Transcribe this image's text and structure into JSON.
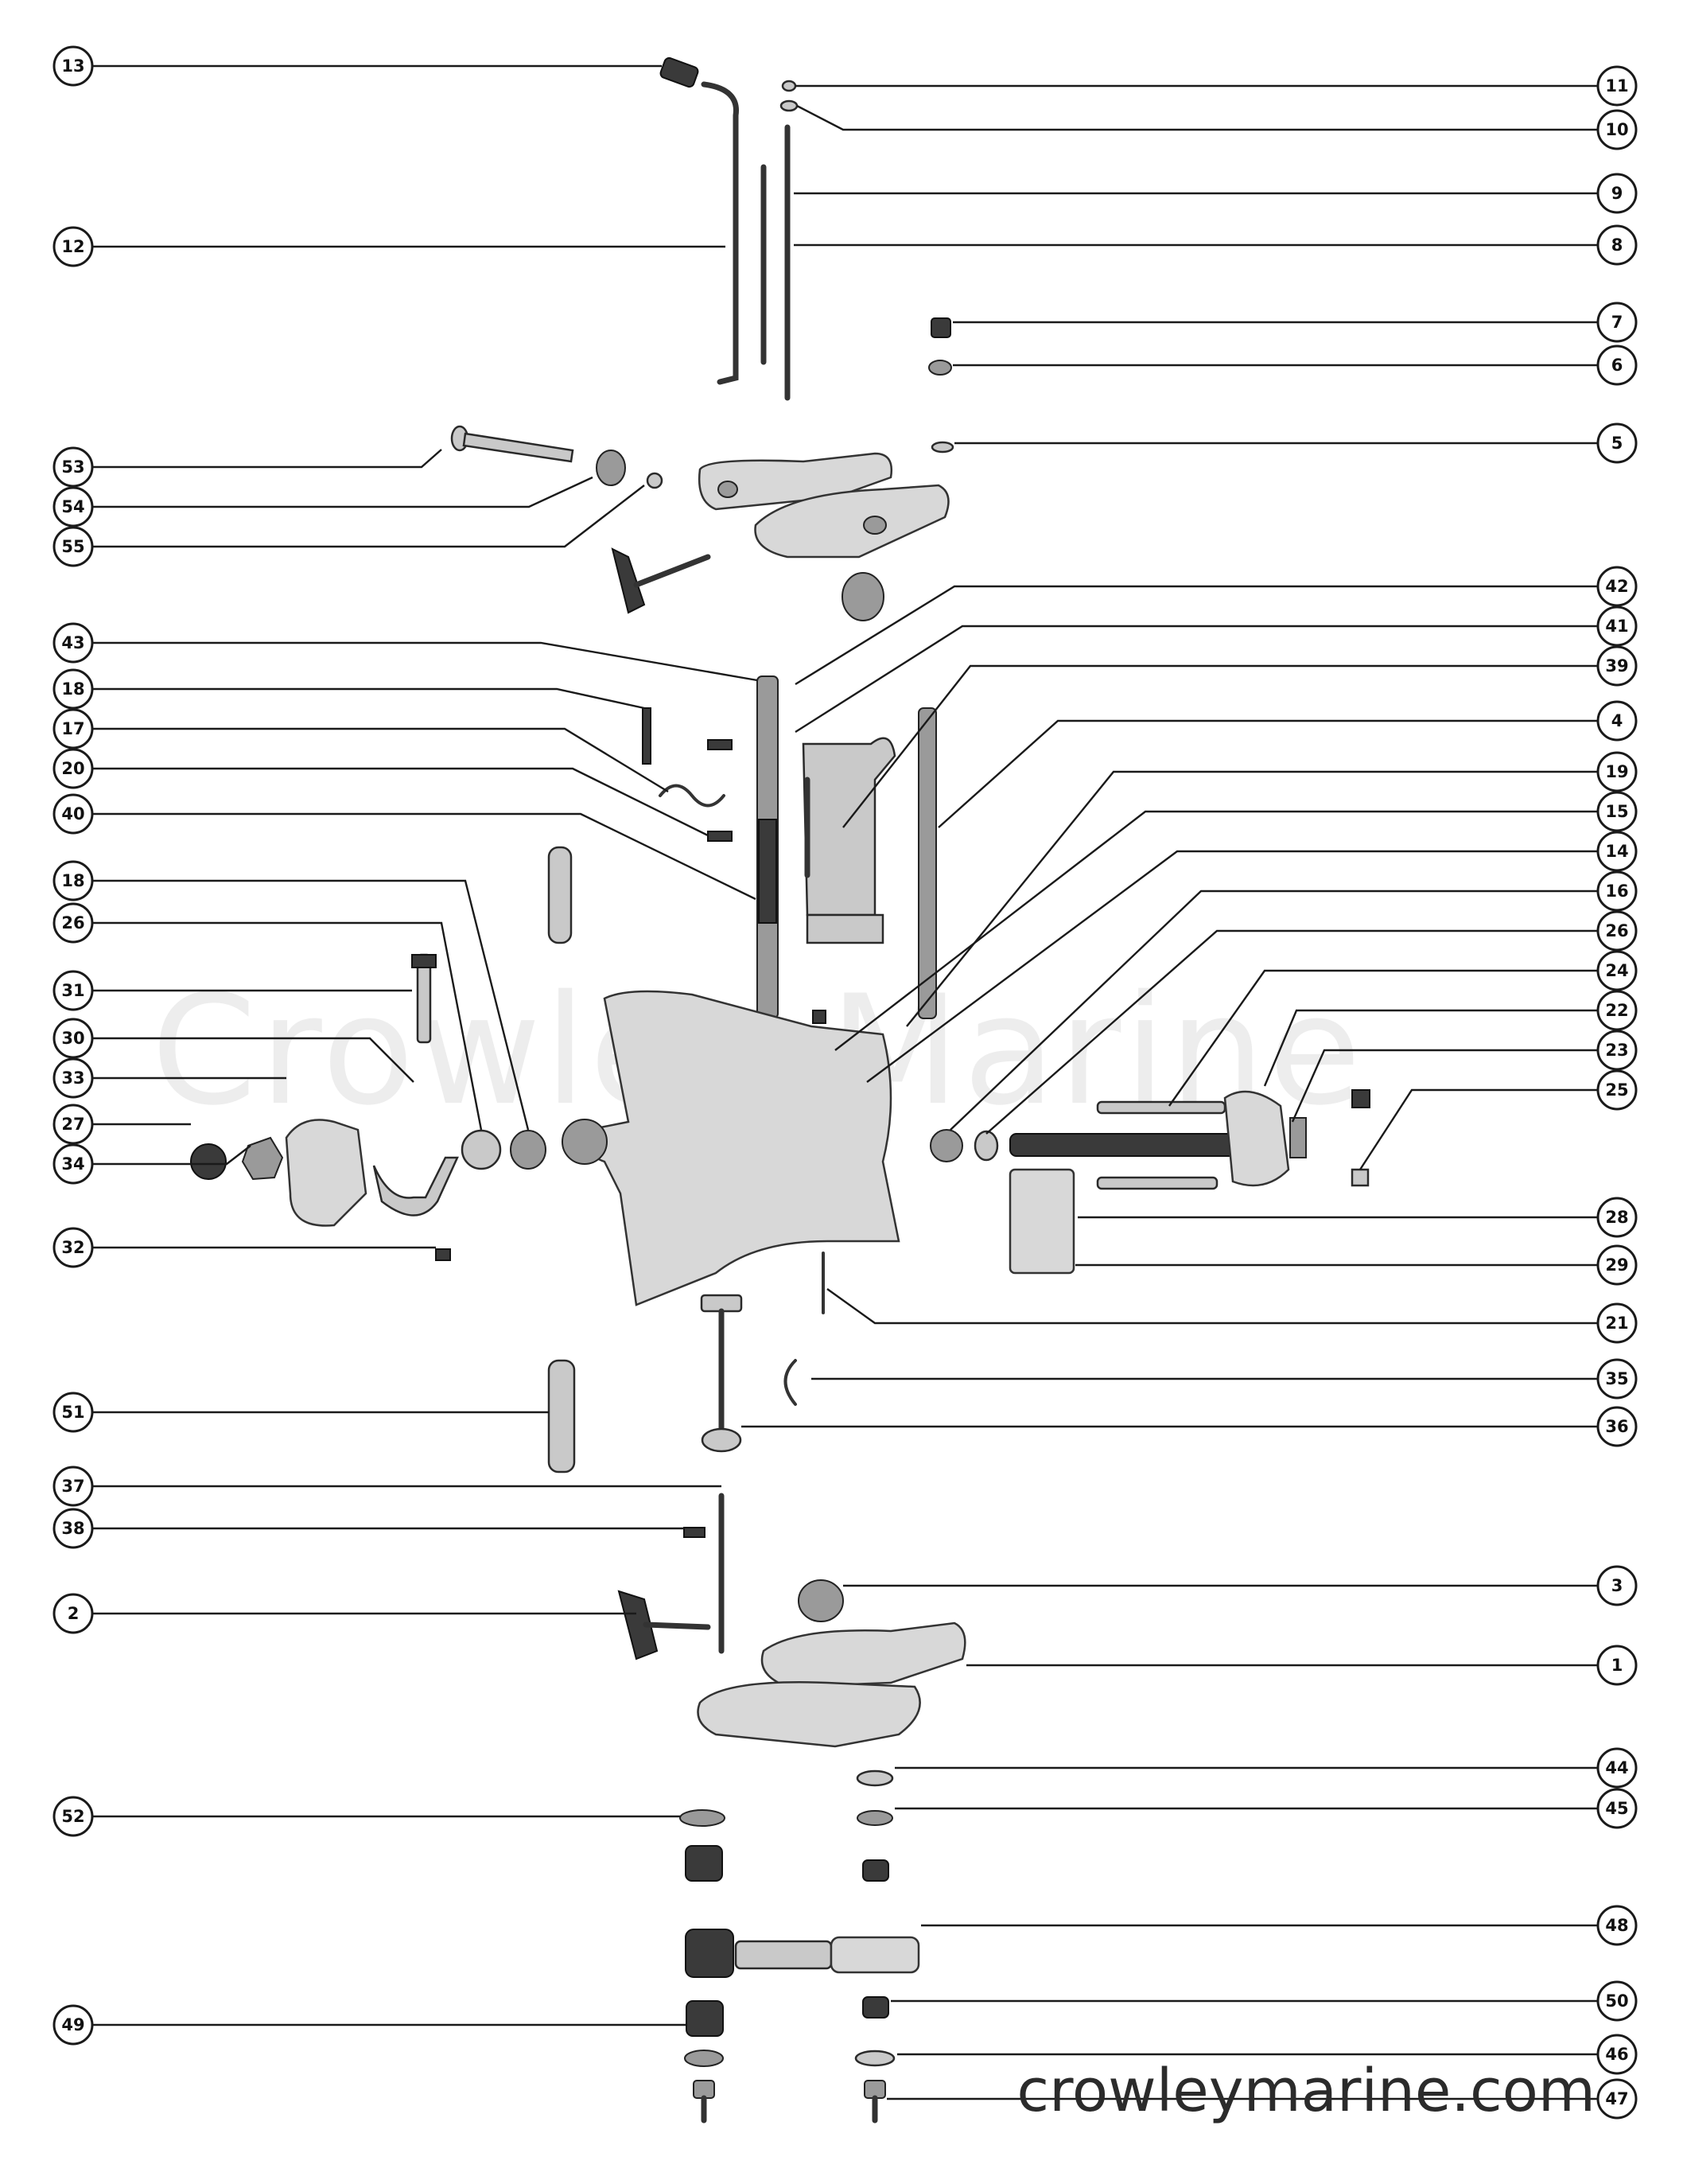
{
  "watermark": "Crowley Marine",
  "footer_url": "crowleymarine.com",
  "callouts_left": [
    "13",
    "12",
    "53",
    "54",
    "55",
    "43",
    "18",
    "17",
    "20",
    "40",
    "18",
    "26",
    "31",
    "30",
    "33",
    "27",
    "34",
    "32",
    "51",
    "37",
    "38",
    "2",
    "52",
    "49"
  ],
  "callouts_right": [
    "11",
    "10",
    "9",
    "8",
    "7",
    "6",
    "5",
    "42",
    "41",
    "39",
    "4",
    "19",
    "15",
    "14",
    "16",
    "26",
    "24",
    "22",
    "23",
    "25",
    "28",
    "29",
    "21",
    "35",
    "36",
    "3",
    "1",
    "44",
    "45",
    "48",
    "50",
    "46",
    "47"
  ]
}
